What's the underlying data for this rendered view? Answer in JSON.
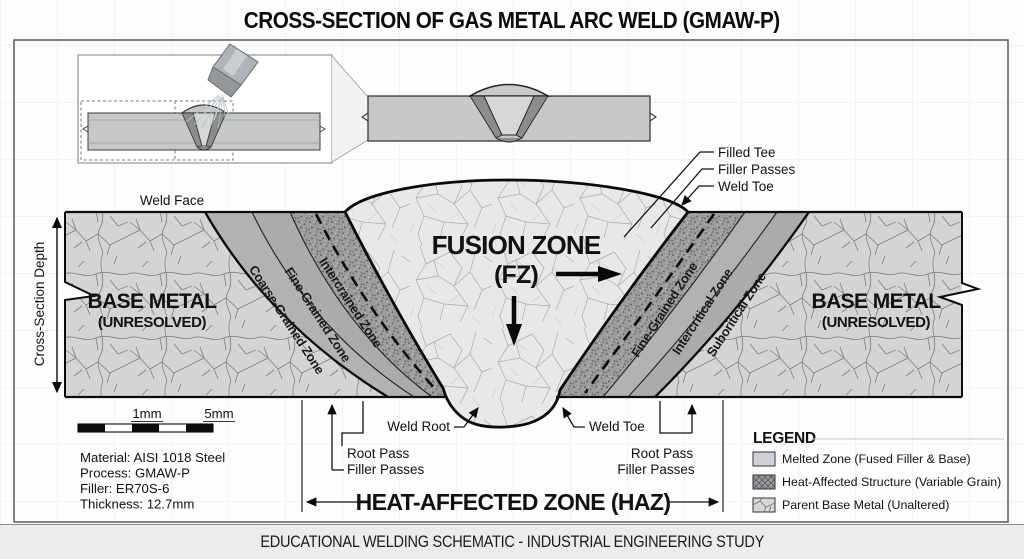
{
  "title": "CROSS-SECTION OF GAS METAL ARC WELD (GMAW-P)",
  "footer": "EDUCATIONAL WELDING SCHEMATIC - INDUSTRIAL ENGINEERING STUDY",
  "labels": {
    "weld_face": "Weld Face",
    "filled_tee": "Filled Tee",
    "filler_passes_top": "Filler Passes",
    "weld_toe_top": "Weld Toe",
    "fusion_zone": "FUSION ZONE",
    "fusion_zone_abbr": "(FZ)",
    "base_metal": "BASE METAL",
    "base_metal_sub": "(UNRESOLVED)",
    "cross_section_depth": "Cross-Section Depth",
    "zones_left": [
      "Coarse-Grained Zone",
      "Fine-Grained Zone",
      "Intercrained Zone"
    ],
    "zones_right": [
      "Fine-Grained Zone",
      "Intercritical Zone",
      "Suboritical Zone"
    ],
    "weld_root": "Weld Root",
    "weld_toe_bottom": "Weld Toe",
    "root_pass_left": "Root Pass",
    "filler_passes_left": "Filler Passes",
    "root_pass_right": "Root Pass",
    "filler_passes_right": "Filler Passes",
    "haz": "HEAT-AFFECTED ZONE (HAZ)"
  },
  "scale": {
    "label_1mm": "1mm",
    "label_5mm": "5mm"
  },
  "specs": [
    "Material: AISI 1018 Steel",
    "Process: GMAW-P",
    "Filler: ER70S-6",
    "Thickness: 12.7mm"
  ],
  "legend": {
    "title": "LEGEND",
    "items": [
      {
        "label": "Melted Zone (Fused Filler & Base)",
        "swatch": "melted-zone-swatch"
      },
      {
        "label": "Heat-Affected Structure (Variable Grain)",
        "swatch": "haz-swatch"
      },
      {
        "label": "Parent Base Metal (Unaltered)",
        "swatch": "parent-metal-swatch"
      }
    ]
  },
  "colors": {
    "base_metal": "#d3d5d3",
    "haz_band_outer": "#b1b3b1",
    "haz_band_inner": "#a9aca9",
    "haz_stipple": "#9b9e9b",
    "fusion_zone": "#e7e9e7",
    "melted_swatch": "#ccd2d5",
    "footer_bg": "#ebecec",
    "line": "#111111"
  }
}
